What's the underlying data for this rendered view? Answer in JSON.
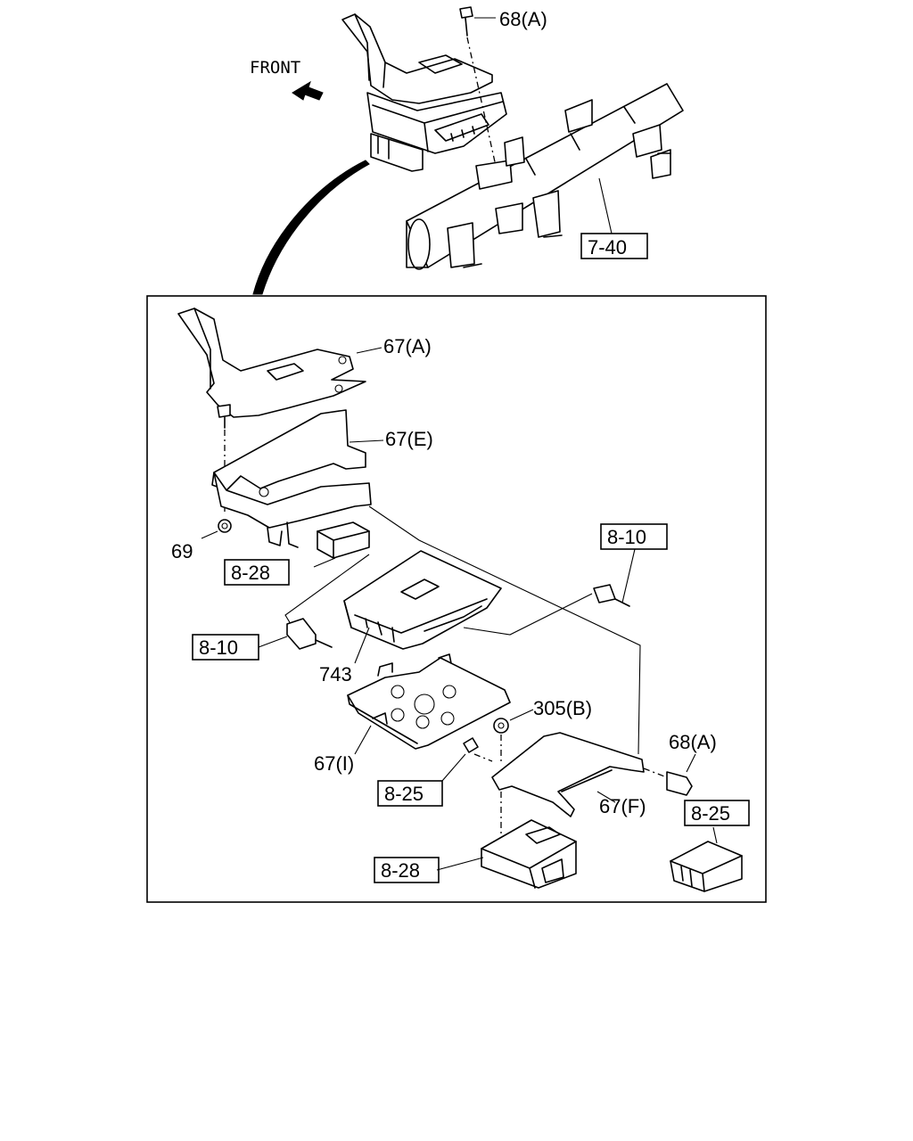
{
  "diagram": {
    "front_label": "FRONT",
    "callouts": {
      "c68a_top": "68(A)",
      "c67a": "67(A)",
      "c67e": "67(E)",
      "c69": "69",
      "c743": "743",
      "c67i": "67(I)",
      "c305b": "305(B)",
      "c68a_right": "68(A)",
      "c67f": "67(F)"
    },
    "reference_boxes": {
      "r740": "7-40",
      "r828_left": "8-28",
      "r810_right": "8-10",
      "r810_left": "8-10",
      "r825_mid": "8-25",
      "r825_right": "8-25",
      "r828_bottom": "8-28"
    }
  }
}
